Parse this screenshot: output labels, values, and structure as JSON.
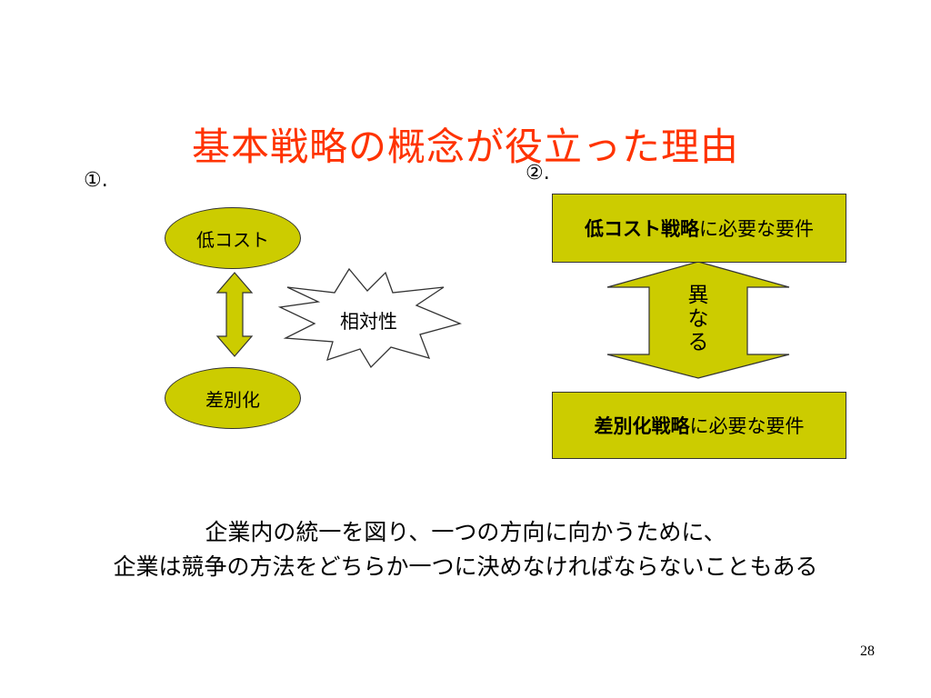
{
  "title": "基本戦略の概念が役立った理由",
  "left": {
    "marker": "①.",
    "top_ellipse": "低コスト",
    "bottom_ellipse": "差別化",
    "star_label": "相対性"
  },
  "right": {
    "marker": "②.",
    "top_box_bold": "低コスト戦略",
    "top_box_rest": "に必要な要件",
    "arrow_label": "異なる",
    "bottom_box_bold": "差別化戦略",
    "bottom_box_rest": "に必要な要件"
  },
  "conclusion": {
    "line1": "企業内の統一を図り、一つの方向に向かうために、",
    "line2": "企業は競争の方法をどちらか一つに決めなければならないこともある"
  },
  "page_number": "28",
  "colors": {
    "title": "#ff3300",
    "fill": "#cccc00",
    "stroke": "#333333"
  }
}
